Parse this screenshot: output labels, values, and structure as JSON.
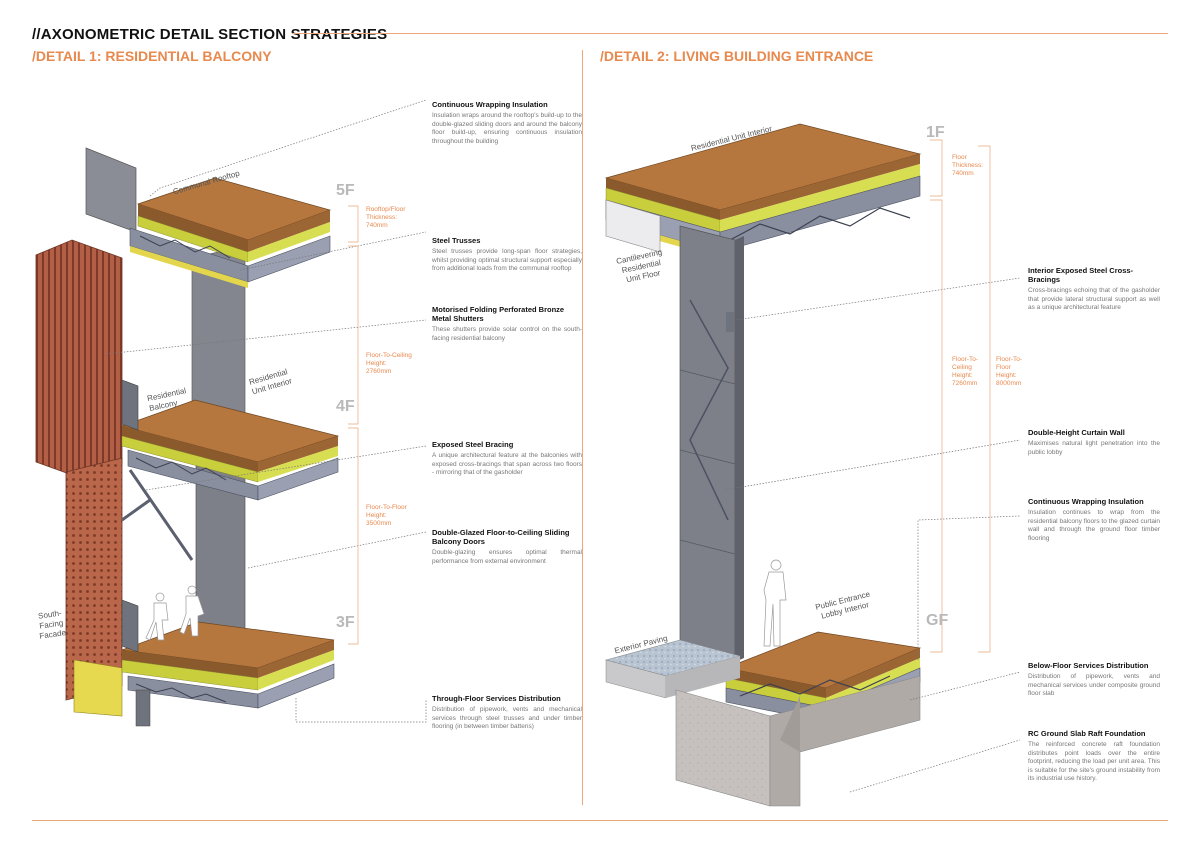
{
  "title": "//AXONOMETRIC DETAIL SECTION STRATEGIES",
  "detail1": {
    "heading": "/DETAIL 1: RESIDENTIAL BALCONY",
    "floors": [
      "5F",
      "4F",
      "3F"
    ],
    "labels": {
      "communal_rooftop": "Communal Rooftop",
      "residential_balcony": [
        "Residential",
        "Balcony"
      ],
      "residential_unit_interior": [
        "Residential",
        "Unit Interior"
      ],
      "south_facing_facade": [
        "South-",
        "Facing",
        "Facade"
      ]
    },
    "dimensions": {
      "rooftop": [
        "Rooftop/Floor",
        "Thickness:",
        "740mm"
      ],
      "floor_to_ceiling": [
        "Floor-To-Ceiling",
        "Height:",
        "2760mm"
      ],
      "floor_to_floor": [
        "Floor-To-Floor",
        "Height:",
        "3500mm"
      ]
    },
    "annotations": [
      {
        "title": "Continuous Wrapping Insulation",
        "body": "Insulation wraps around the rooftop's build-up to the double-glazed sliding doors and around the balcony floor build-up, ensuring continuous insulation throughout the building"
      },
      {
        "title": "Steel Trusses",
        "body": "Steel trusses provide long-span floor strategies, whilst providing optimal structural support especially from additional loads from the communal rooftop"
      },
      {
        "title": "Motorised Folding Perforated Bronze Metal Shutters",
        "body": "These shutters provide solar control on the south-facing residential balcony"
      },
      {
        "title": "Exposed Steel Bracing",
        "body": "A unique architectural feature at the balconies with exposed cross-bracings that span across two floors - mirroring that of the gasholder"
      },
      {
        "title": "Double-Glazed Floor-to-Ceiling Sliding Balcony Doors",
        "body": "Double-glazing ensures optimal thermal performance from external environment"
      },
      {
        "title": "Through-Floor Services Distribution",
        "body": "Distribution of pipework, vents and mechanical services through steel trusses and under timber flooring (in between timber battens)"
      }
    ]
  },
  "detail2": {
    "heading": "/DETAIL 2: LIVING BUILDING ENTRANCE",
    "floors": [
      "1F",
      "GF"
    ],
    "labels": {
      "residential_unit_interior": "Residential Unit Interior",
      "cantilevering": [
        "Cantilevering",
        "Residential",
        "Unit Floor"
      ],
      "public_entrance": [
        "Public Entrance",
        "Lobby Interior"
      ],
      "exterior_paving": "Exterior Paving"
    },
    "dimensions": {
      "floor_thickness": [
        "Floor",
        "Thickness:",
        "740mm"
      ],
      "floor_to_ceiling": [
        "Floor-To-",
        "Ceiling",
        "Height:",
        "7260mm"
      ],
      "floor_to_floor": [
        "Floor-To-",
        "Floor",
        "Height:",
        "8000mm"
      ]
    },
    "annotations": [
      {
        "title": "Interior Exposed Steel Cross-Bracings",
        "body": "Cross-bracings echoing that of the gasholder that provide lateral structural support as well as a unique architectural feature"
      },
      {
        "title": "Double-Height Curtain Wall",
        "body": "Maximises natural light penetration into the public lobby"
      },
      {
        "title": "Continuous Wrapping Insulation",
        "body": "Insulation continues to wrap from the residential balcony floors to the glazed curtain wall and through the ground floor timber flooring"
      },
      {
        "title": "Below-Floor Services Distribution",
        "body": "Distribution of pipework, vents and mechanical services under composite ground floor slab"
      },
      {
        "title": "RC Ground Slab Raft Foundation",
        "body": "The reinforced concrete raft foundation distributes point loads over the entire footprint, reducing the load per unit area. This is suitable for the site's ground instability from its industrial use history."
      }
    ]
  },
  "colors": {
    "accent": "#e8894e",
    "timber": "#b5773e",
    "insulation": "#c9cf3c",
    "steel": "#8a8fa0",
    "brick": "#b9664a",
    "glass": "#7d8089"
  }
}
